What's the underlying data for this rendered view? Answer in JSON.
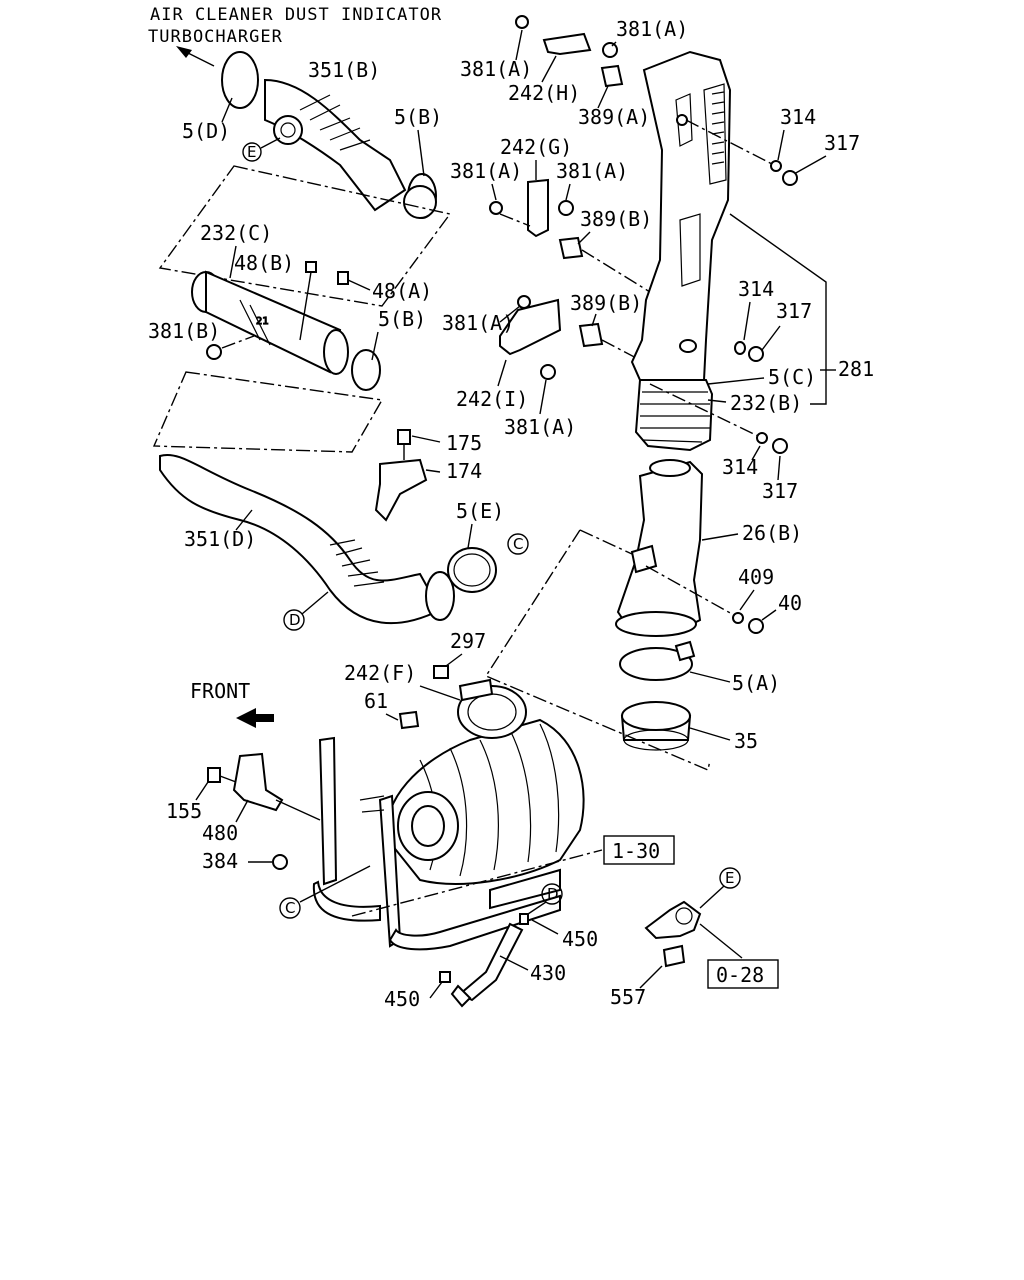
{
  "header": {
    "line1": "AIR CLEANER DUST INDICATOR",
    "line2": "TURBOCHARGER"
  },
  "front_label": "FRONT",
  "parts": {
    "p351B": "351(B)",
    "p5D": "5(D)",
    "p5B_top": "5(B)",
    "p232C": "232(C)",
    "p48B": "48(B)",
    "p48A": "48(A)",
    "p381B": "381(B)",
    "p5B_mid": "5(B)",
    "p175": "175",
    "p174": "174",
    "p351D": "351(D)",
    "p5E": "5(E)",
    "p381A_1": "381(A)",
    "p381A_2": "381(A)",
    "p242H": "242(H)",
    "p389A": "389(A)",
    "p314_1": "314",
    "p317_1": "317",
    "p242G": "242(G)",
    "p381A_3": "381(A)",
    "p381A_4": "381(A)",
    "p389B_1": "389(B)",
    "p381A_5": "381(A)",
    "p389B_2": "389(B)",
    "p314_2": "314",
    "p317_2": "317",
    "p5C": "5(C)",
    "p281": "281",
    "p232B": "232(B)",
    "p242I": "242(I)",
    "p381A_6": "381(A)",
    "p314_3": "314",
    "p317_3": "317",
    "p26B": "26(B)",
    "p409": "409",
    "p40": "40",
    "p297": "297",
    "p242F": "242(F)",
    "p61": "61",
    "p5A": "5(A)",
    "p35": "35",
    "p155": "155",
    "p480": "480",
    "p384": "384",
    "p450_1": "450",
    "p430": "430",
    "p450_2": "450",
    "p557": "557"
  },
  "callouts": {
    "E1": "E",
    "D1": "D",
    "C1": "C",
    "C2": "C",
    "D2": "D",
    "E2": "E"
  },
  "refs": {
    "r130": "1-30",
    "r028": "0-28"
  }
}
